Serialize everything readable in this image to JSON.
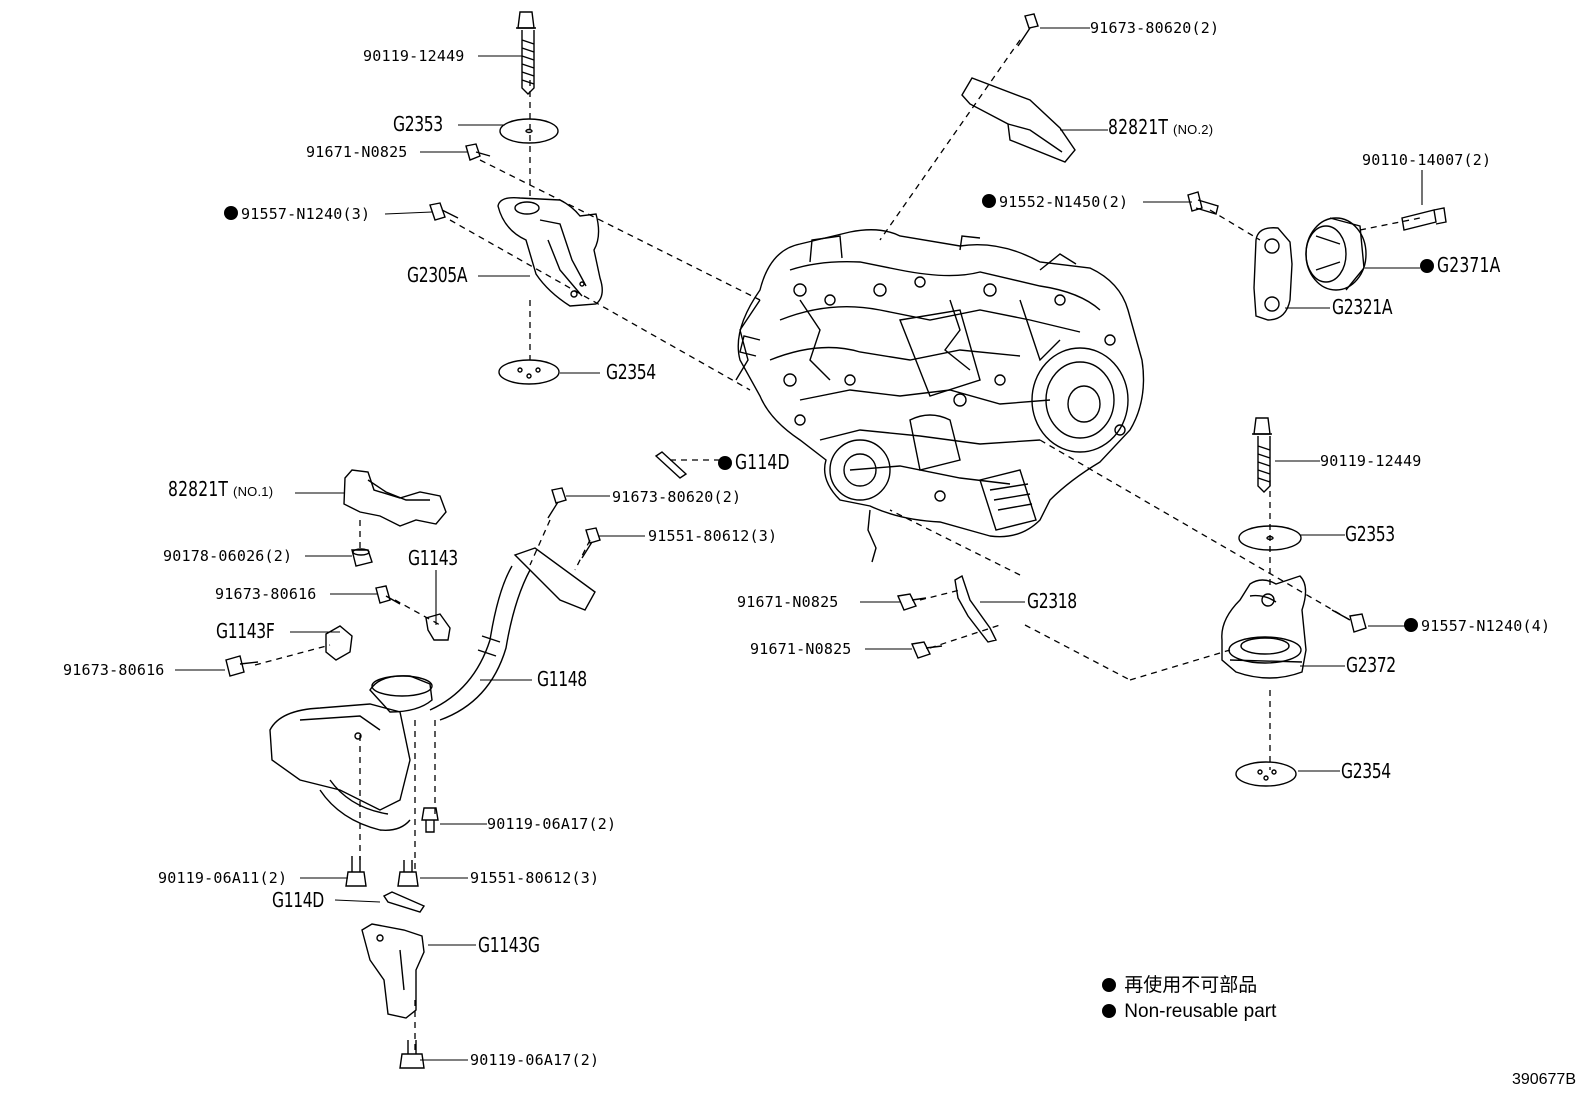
{
  "labels": {
    "bolt_top_left": "90119-12449",
    "washer_top_left": "G2353",
    "bolt_91671_top": "91671-N0825",
    "bolt_91557_left": "91557-N1240(3)",
    "bracket_left": "G2305A",
    "washer_bottom_left": "G2354",
    "bolt_91673_top": "91673-80620(2)",
    "cover_no2": "82821T",
    "cover_no2_note": "(NO.2)",
    "bolt_90110": "90110-14007(2)",
    "bolt_91552": "91552-N1450(2)",
    "mount_g2371a": "G2371A",
    "bracket_g2321a": "G2321A",
    "bolt_top_right": "90119-12449",
    "washer_top_right": "G2353",
    "bolt_91557_right": "91557-N1240(4)",
    "mount_g2372": "G2372",
    "washer_bottom_right": "G2354",
    "seal_g114d_top": "G114D",
    "cover_no1": "82821T",
    "cover_no1_note": "(NO.1)",
    "bolt_91673_mid": "91673-80620(2)",
    "bolt_91551_top": "91551-80612(3)",
    "nut_90178": "90178-06026(2)",
    "bracket_g1143": "G1143",
    "bolt_91673_80616_a": "91673-80616",
    "bracket_g1143f": "G1143F",
    "bolt_91673_80616_b": "91673-80616",
    "bolt_91671_mid1": "91671-N0825",
    "stay_g2318": "G2318",
    "bolt_91671_mid2": "91671-N0825",
    "pipe_g1148": "G1148",
    "bolt_90119_06a17_a": "90119-06A17(2)",
    "bolt_90119_06a11": "90119-06A11(2)",
    "bolt_91551_bottom": "91551-80612(3)",
    "seal_g114d_bottom": "G114D",
    "bracket_g1143g": "G1143G",
    "bolt_90119_06a17_b": "90119-06A17(2)"
  },
  "legend": {
    "jp": "再使用不可部品",
    "en": "Non-reusable part"
  },
  "illustration_code": "390677B"
}
